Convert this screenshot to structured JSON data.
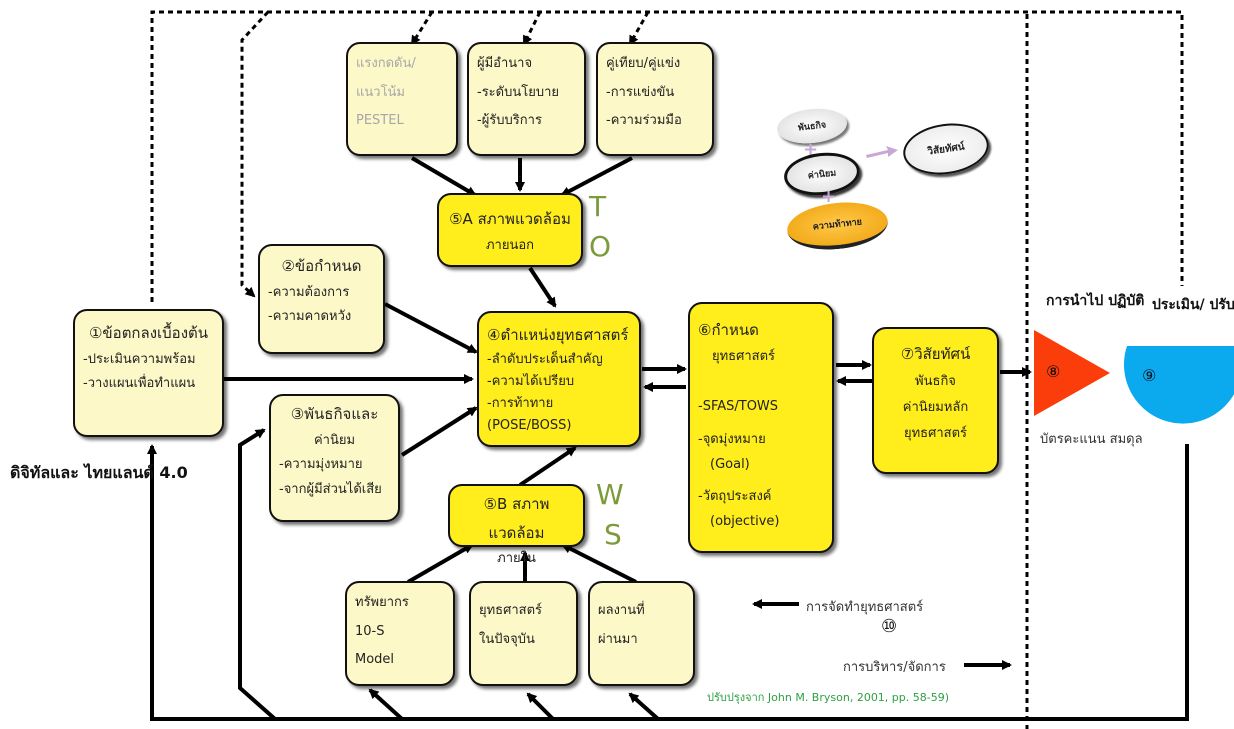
{
  "side_label": {
    "line1": "ดิจิทัลและ",
    "line2": "ไทยแลนด์ 4.0"
  },
  "box1": {
    "title": "①ข้อตกลงเบื้องต้น",
    "l1": "-ประเมินความพร้อม",
    "l2": "-วางแผนเพื่อทำแผน"
  },
  "box2": {
    "title": "②ข้อกำหนด",
    "l1": "-ความต้องการ",
    "l2": "-ความคาดหวัง"
  },
  "box3": {
    "title": "③พันธกิจและ",
    "title2": "ค่านิยม",
    "l1": "-ความมุ่งหมาย",
    "l2": "-จากผู้มีส่วนได้เสีย"
  },
  "ext1": {
    "l1": "แรงกดดัน/",
    "l2": "แนวโน้ม",
    "l3": "PESTEL"
  },
  "ext2": {
    "l1": "ผู้มีอำนาจ",
    "l2": "-ระดับนโยบาย",
    "l3": "-ผู้รับบริการ"
  },
  "ext3": {
    "l1": "คู่เทียบ/คู่แข่ง",
    "l2": "-การแข่งขัน",
    "l3": "-ความร่วมมือ"
  },
  "box5a": {
    "l1": "⑤A สภาพแวดล้อม",
    "l2": "ภายนอก"
  },
  "box5b": {
    "l1": "⑤B สภาพแวดล้อม",
    "l2": "ภายใน"
  },
  "letters": {
    "t": "T",
    "o": "O",
    "w": "W",
    "s": "S"
  },
  "box4": {
    "title": "④ตำแหน่งยุทธศาสตร์",
    "l1": "-ลำดับประเด็นสำคัญ",
    "l2": "-ความได้เปรียบ",
    "l3": "-การท้าทาย",
    "l4": "(POSE/BOSS)"
  },
  "int1": {
    "l1": "ทรัพยากร",
    "l2": "10-S",
    "l3": "Model"
  },
  "int2": {
    "l1": "ยุทธศาสตร์",
    "l2": "ในปัจจุบัน"
  },
  "int3": {
    "l1": "ผลงานที่",
    "l2": "ผ่านมา"
  },
  "box6": {
    "title": "⑥กำหนด",
    "title2": "ยุทธศาสตร์",
    "l1": "-SFAS/TOWS",
    "l2": "-จุดมุ่งหมาย",
    "l3": "(Goal)",
    "l4": "-วัตถุประสงค์",
    "l5": "(objective)"
  },
  "box7": {
    "title": "⑦วิสัยทัศน์",
    "l1": "พันธกิจ",
    "l2": "ค่านิยมหลัก",
    "l3": "ยุทธศาสตร์"
  },
  "impl": {
    "line1": "การนำไป",
    "line2": "ปฏิบัติ"
  },
  "eval": {
    "line1": "ประเมิน/",
    "line2": "ปรับปรุง"
  },
  "step8": "⑧",
  "step9": "⑨",
  "step10": "⑩",
  "scorecard": {
    "line1": "บัตรคะแนน",
    "line2": "สมดุล"
  },
  "discs": {
    "mission": "พันธกิจ",
    "values": "ค่านิยม",
    "challenge": "ความท้าทาย",
    "vision": "วิสัยทัศน์"
  },
  "legend": {
    "formulation": "การจัดทำยุทธศาสตร์",
    "management": "การบริหาร/จัดการ"
  },
  "source": "ปรับปรุงจาก John M. Bryson, 2001, pp. 58-59)",
  "colors": {
    "pale_box": "#fdf8c8",
    "yellow_box": "#ffed1c",
    "triangle": "#fb3d0b",
    "circle": "#0baaee",
    "source_text": "#2ea043",
    "letters": "#7c9b3b"
  }
}
